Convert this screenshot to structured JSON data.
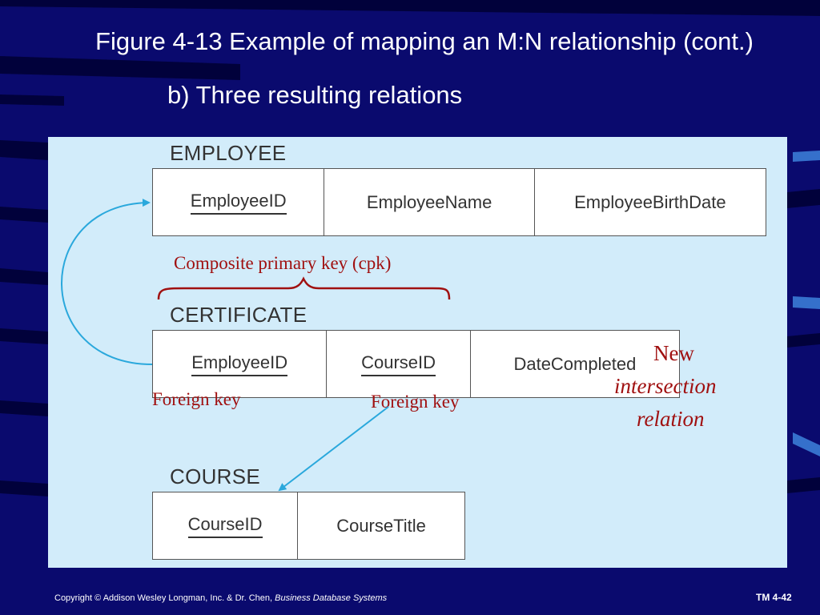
{
  "slide": {
    "title": "Figure 4-13 Example of mapping an M:N relationship (cont.)",
    "subtitle": "b) Three resulting relations",
    "footer": {
      "copyright": "Copyright © Addison Wesley Longman, Inc. & Dr. Chen,",
      "book": "Business Database Systems",
      "page": "TM 4-42"
    }
  },
  "relations": {
    "employee": {
      "name": "EMPLOYEE",
      "attributes": [
        {
          "label": "EmployeeID",
          "key": "primary"
        },
        {
          "label": "EmployeeName",
          "key": "none"
        },
        {
          "label": "EmployeeBirthDate",
          "key": "none"
        }
      ]
    },
    "certificate": {
      "name": "CERTIFICATE",
      "attributes": [
        {
          "label": "EmployeeID",
          "key": "primary"
        },
        {
          "label": "CourseID",
          "key": "primary"
        },
        {
          "label": "DateCompleted",
          "key": "none"
        }
      ]
    },
    "course": {
      "name": "COURSE",
      "attributes": [
        {
          "label": "CourseID",
          "key": "primary"
        },
        {
          "label": "CourseTitle",
          "key": "none"
        }
      ]
    }
  },
  "annotations": {
    "cpk": "Composite primary key (cpk)",
    "fk_employee": "Foreign key",
    "fk_course": "Foreign key",
    "new_line1": "New",
    "new_line2": "intersection",
    "new_line3": "relation"
  },
  "colors": {
    "background": "#0a0a6e",
    "panel": "#d2ecfa",
    "annotation": "#a01010",
    "arrow": "#2aa8dc"
  }
}
